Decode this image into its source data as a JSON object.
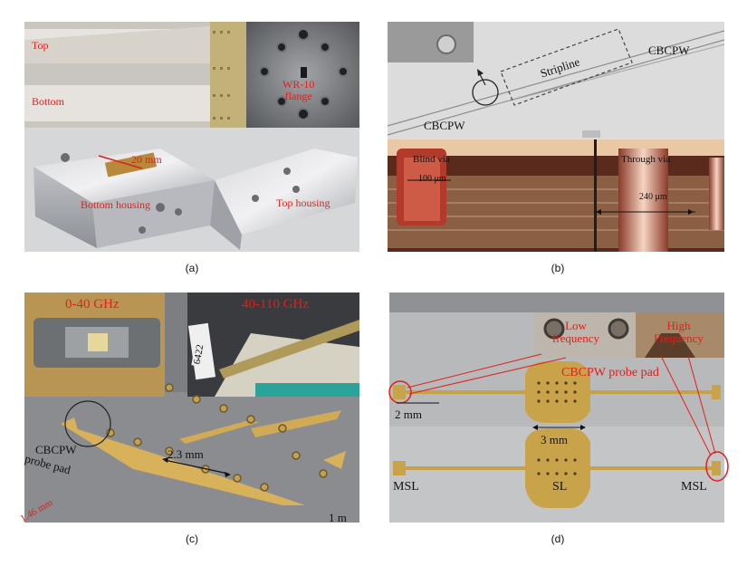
{
  "panels": {
    "a": {
      "caption": "(a)",
      "labels": {
        "top": "Top",
        "bottom": "Bottom",
        "flange": "WR-10\nflange",
        "dim": "20 mm",
        "bottom_housing": "Bottom housing",
        "top_housing": "Top housing"
      }
    },
    "b": {
      "caption": "(b)",
      "labels": {
        "cbcpw_left": "CBCPW",
        "cbcpw_right": "CBCPW",
        "stripline": "Stripline",
        "blind_via": "Blind via",
        "through_via": "Through  via",
        "dim_100": "100 μm",
        "dim_240": "240 μm"
      }
    },
    "c": {
      "caption": "(c)",
      "labels": {
        "band_low": "0-40 GHz",
        "band_high": "40-110 GHz",
        "tag": "6422",
        "cbcpw": "CBCPW",
        "probe_pad": "probe pad",
        "dim": "2.3 mm",
        "dim_cut": "1 m",
        "ruler": "1.46 mm"
      }
    },
    "d": {
      "caption": "(d)",
      "labels": {
        "low_freq": "Low\nfrequency",
        "high_freq": "High\nFrequency",
        "probe_pad": "CBCPW probe pad",
        "dim_2": "2 mm",
        "dim_3": "3 mm",
        "msl_left": "MSL",
        "sl": "SL",
        "msl_right": "MSL"
      }
    }
  }
}
